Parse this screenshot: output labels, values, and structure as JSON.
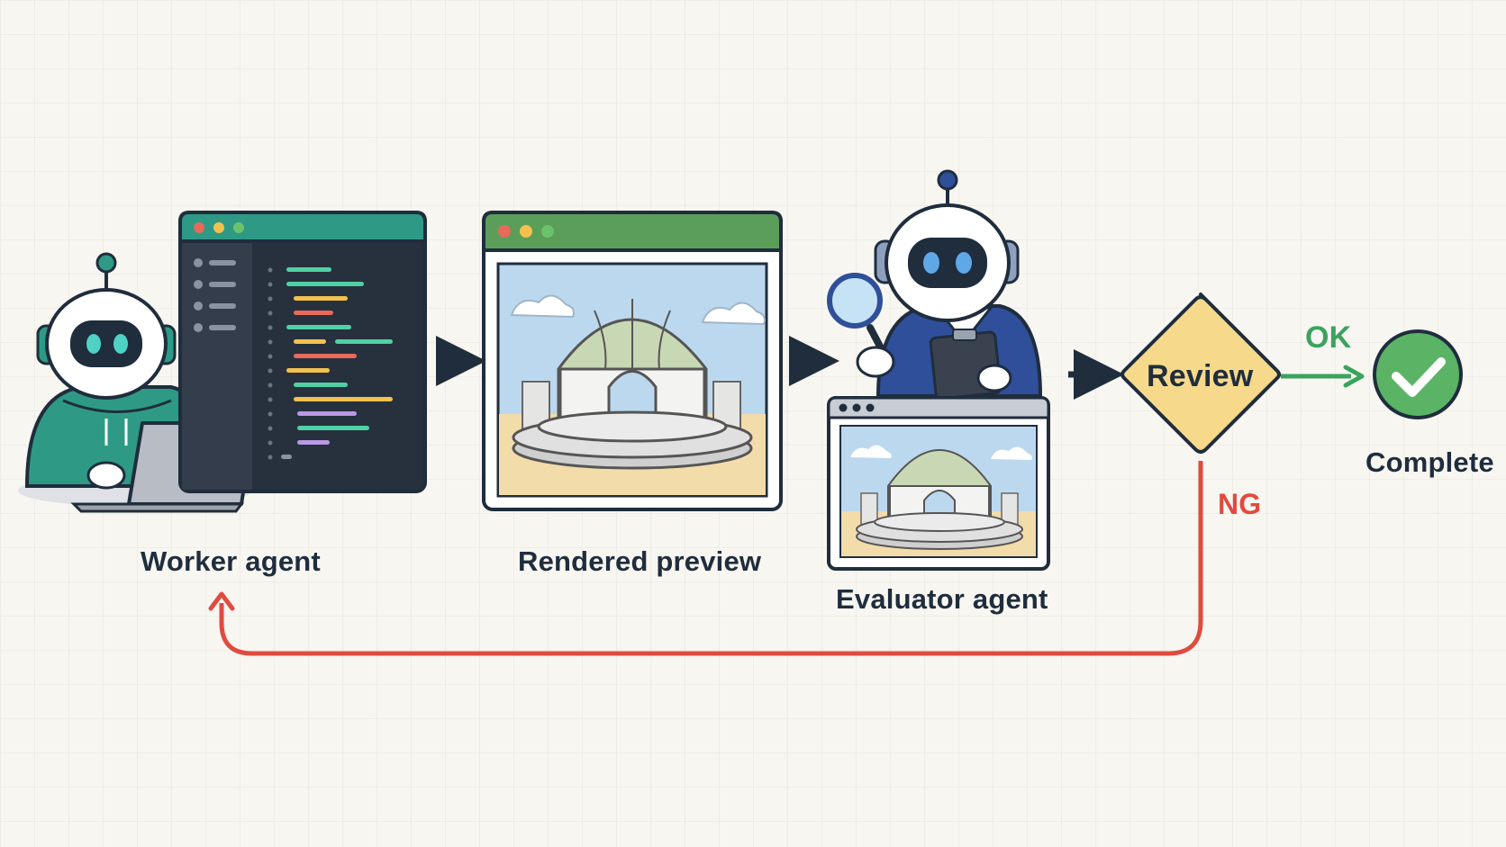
{
  "labels": {
    "worker": "Worker agent",
    "preview": "Rendered preview",
    "evaluator": "Evaluator agent",
    "review": "Review",
    "ok": "OK",
    "ng": "NG",
    "complete": "Complete"
  },
  "icons": {
    "worker": "robot-with-laptop-icon",
    "editor": "code-editor-window-icon",
    "preview": "browser-window-dome-image-icon",
    "evaluator": "robot-with-magnifier-and-clipboard-icon",
    "complete": "check-circle-icon"
  },
  "colors": {
    "ok": "#3aa35e",
    "ng": "#e04b3f",
    "review_fill": "#f6d98a",
    "flow_arrow": "#1f2d3d",
    "worker_accent": "#2e9a86",
    "evaluator_accent": "#2f4f9b"
  }
}
